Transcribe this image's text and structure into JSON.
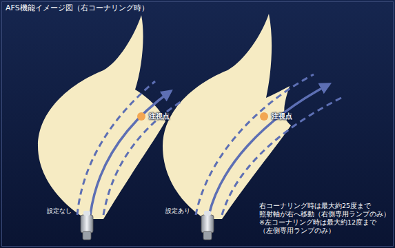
{
  "diagram": {
    "title": "AFS機能イメージ図（右コーナリング時）",
    "labels": [
      "注視点",
      "注視点",
      "設定なし",
      "設定あり",
      "右コーナリング時は最大約25度まで",
      "照射軸が右へ移動（右側専用ランプのみ）",
      "※左コーナリング時は最大約12度まで",
      "（左側専用ランプのみ）"
    ]
  }
}
